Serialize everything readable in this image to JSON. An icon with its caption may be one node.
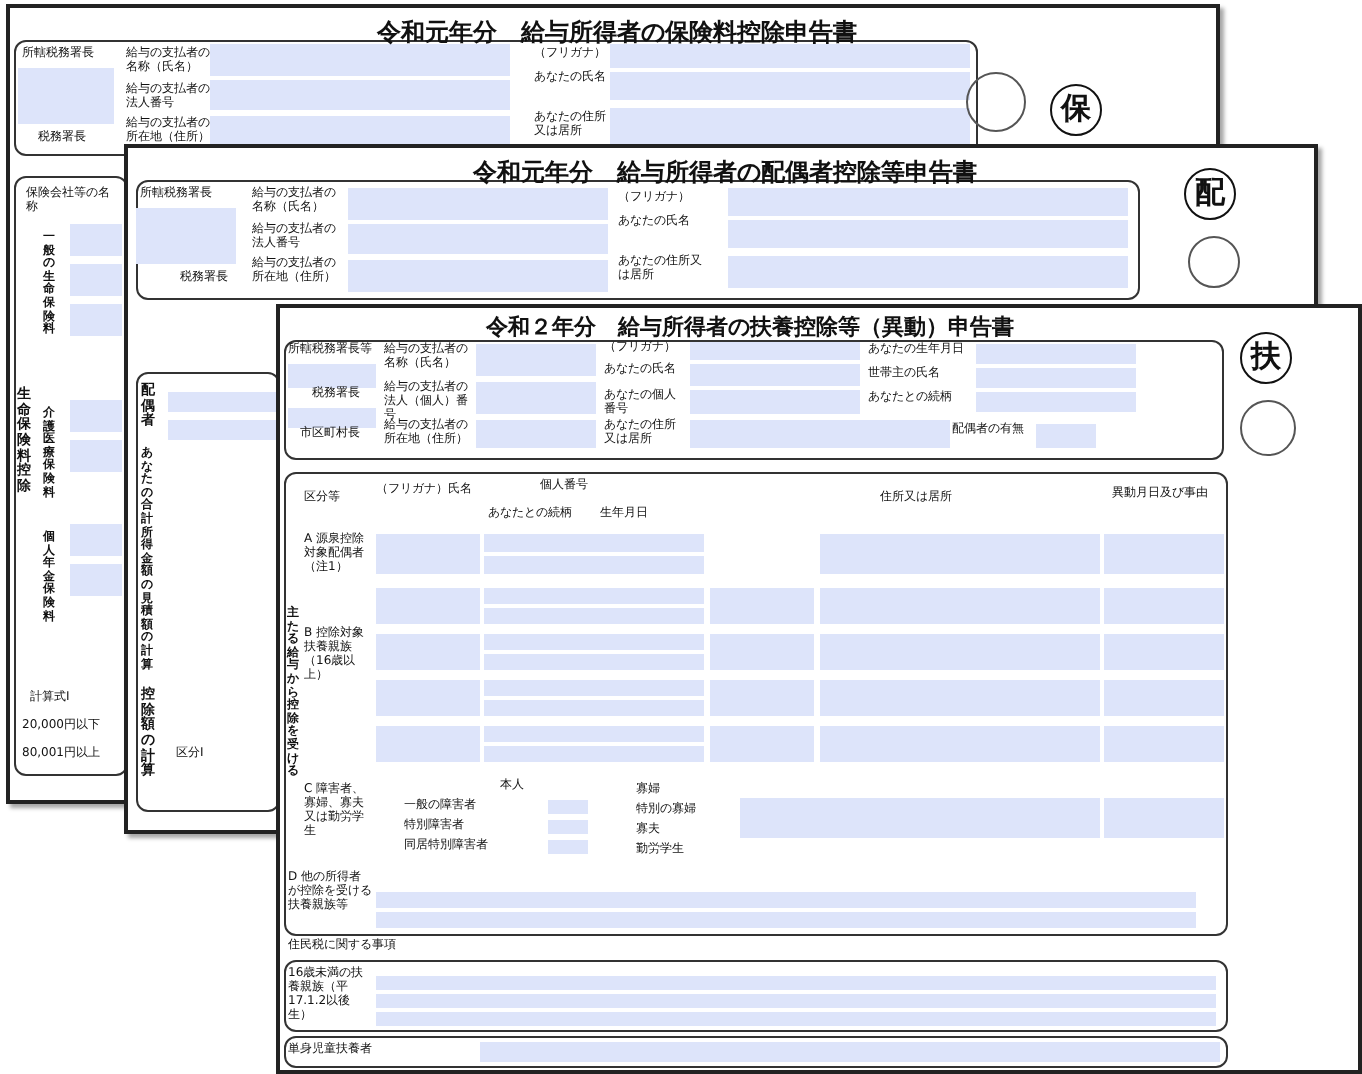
{
  "diagram": {
    "labels": [
      "令和元年分　給与所得者の保険料控除申告書",
      "所轄税務署長",
      "税務署長",
      "給与の支払者の名称（氏名）",
      "給与の支払者の法人番号",
      "給与の支払者の所在地（住所）",
      "（フリガナ）",
      "あなたの氏名",
      "あなたの住所又は居所",
      "保",
      "保険会社等の名称",
      "生命保険料控除",
      "一般の生命保険料",
      "介護医療保険料",
      "個人年金保険料",
      "計算式Ⅰ",
      "20,000円以下",
      "80,001円以上",
      "令和元年分　給与所得者の配偶者控除等申告書",
      "所轄税務署長",
      "税務署長",
      "給与の支払者の名称（氏名）",
      "給与の支払者の法人番号",
      "給与の支払者の所在地（住所）",
      "（フリガナ）",
      "あなたの氏名",
      "あなたの住所又は居所",
      "配",
      "配偶者",
      "あなたの合計所得金額の見積額の計算",
      "控除額の計算",
      "区分Ⅰ",
      "令和２年分　給与所得者の扶養控除等（異動）申告書",
      "所轄税務署長等",
      "税務署長",
      "市区町村長",
      "給与の支払者の名称（氏名）",
      "給与の支払者の法人（個人）番号",
      "給与の支払者の所在地（住所）",
      "（フリガナ）",
      "あなたの氏名",
      "あなたの個人番号",
      "あなたの住所又は居所",
      "あなたの生年月日",
      "世帯主の氏名",
      "あなたとの続柄",
      "配偶者の有無",
      "扶",
      "区分等",
      "（フリガナ）氏名",
      "個人番号",
      "あなたとの続柄",
      "生年月日",
      "住所又は居所",
      "異動月日及び事由",
      "A 源泉控除対象配偶者（注1）",
      "主たる給与から控除を受ける",
      "B 控除対象扶養親族（16歳以上）",
      "C 障害者、寡婦、寡夫又は勤労学生",
      "本人",
      "一般の障害者",
      "特別障害者",
      "同居特別障害者",
      "寡婦",
      "特別の寡婦",
      "寡夫",
      "勤労学生",
      "D 他の所得者が控除を受ける扶養親族等",
      "住民税に関する事項",
      "16歳未満の扶養親族（平17.1.2以後生）",
      "単身児童扶養者"
    ]
  }
}
